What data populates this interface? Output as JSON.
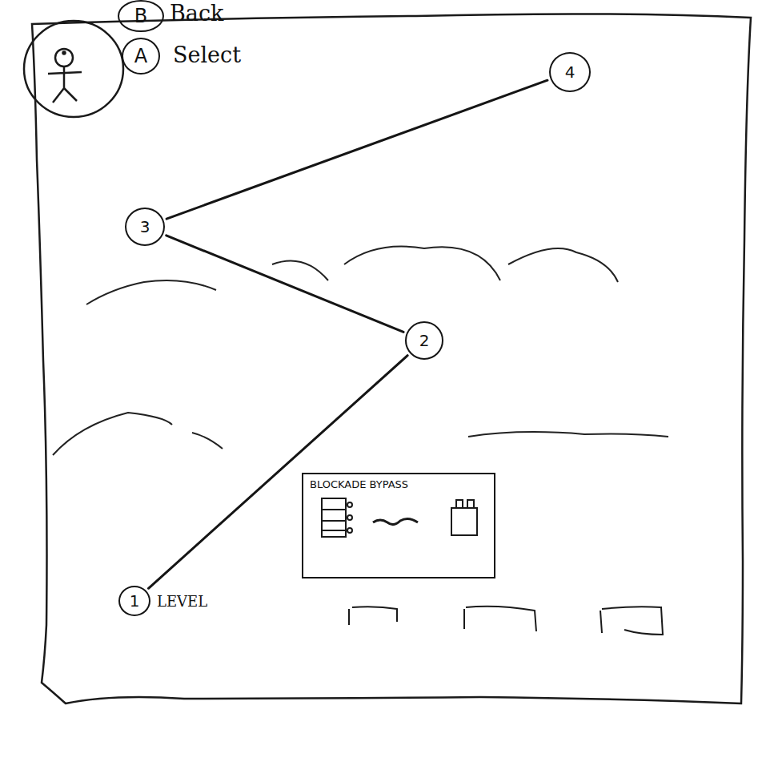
{
  "diagram": {
    "nodes": [
      {
        "text": [
          "B"
        ]
      },
      {
        "text": [
          "A"
        ]
      },
      {
        "text": [
          "4"
        ]
      },
      {
        "text": [
          "3"
        ]
      },
      {
        "text": [
          "2"
        ]
      },
      {
        "text": [
          "BLOCKADE BYPASS"
        ]
      },
      {
        "text": [
          "1"
        ]
      }
    ],
    "edges": [
      {
        "from": 6,
        "to": 4,
        "arrow": "none"
      },
      {
        "from": 4,
        "to": 3,
        "arrow": "none"
      },
      {
        "from": 3,
        "to": 2,
        "arrow": "none"
      }
    ],
    "labels": [
      "Back",
      "Select",
      "LEVEL"
    ]
  }
}
